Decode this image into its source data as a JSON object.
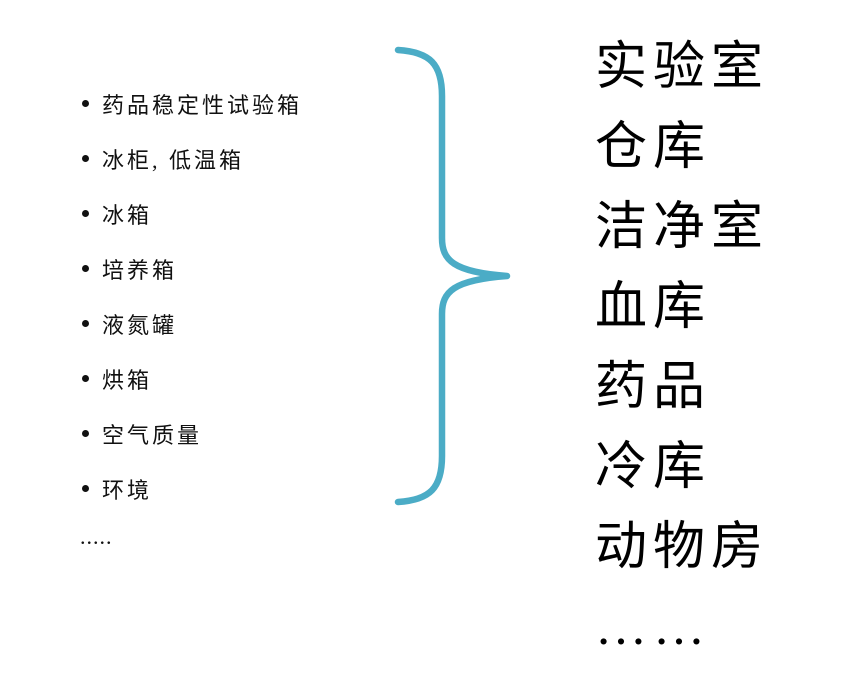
{
  "left_list": {
    "items": [
      "药品稳定性试验箱",
      "冰柜, 低温箱",
      "冰箱",
      "培养箱",
      "液氮罐",
      "烘箱",
      "空气质量",
      "环境"
    ],
    "ellipsis": "....."
  },
  "brace": {
    "color": "#4BACC6"
  },
  "right_list": {
    "items": [
      "实验室",
      "仓库",
      "洁净室",
      "血库",
      "药品",
      "冷库",
      "动物房",
      "……"
    ]
  }
}
